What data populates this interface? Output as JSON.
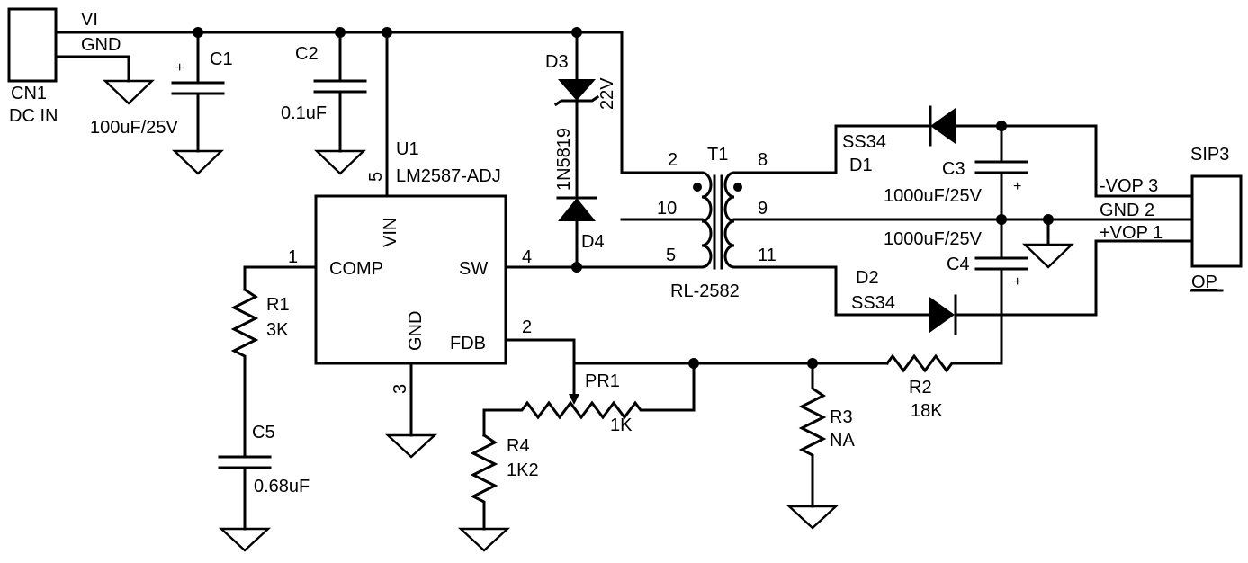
{
  "connectors": {
    "cn1": {
      "ref": "CN1",
      "desc": "DC IN",
      "pin_vi": "VI",
      "pin_gnd": "GND"
    },
    "sip3": {
      "ref": "SIP3",
      "name": "OP",
      "pin3": "-VOP  3",
      "pin2": "GND  2",
      "pin1": "+VOP 1"
    }
  },
  "capacitors": {
    "c1": {
      "ref": "C1",
      "value": "100uF/25V",
      "polarity": "+"
    },
    "c2": {
      "ref": "C2",
      "value": "0.1uF"
    },
    "c3": {
      "ref": "C3",
      "value": "1000uF/25V",
      "polarity": "+"
    },
    "c4": {
      "ref": "C4",
      "value": "1000uF/25V",
      "polarity": "+"
    },
    "c5": {
      "ref": "C5",
      "value": "0.68uF"
    }
  },
  "ic": {
    "ref": "U1",
    "part": "LM2587-ADJ",
    "pin_vin": "VIN",
    "pin_vin_num": "5",
    "pin_comp": "COMP",
    "pin_comp_num": "1",
    "pin_sw": "SW",
    "pin_sw_num": "4",
    "pin_gnd": "GND",
    "pin_gnd_num": "3",
    "pin_fdb": "FDB",
    "pin_fdb_num": "2"
  },
  "diodes": {
    "d1": {
      "ref": "D1",
      "part": "SS34"
    },
    "d2": {
      "ref": "D2",
      "part": "SS34"
    },
    "d3": {
      "ref": "D3",
      "value": "22V"
    },
    "d4": {
      "ref": "D4",
      "part": "1N5819"
    }
  },
  "transformer": {
    "ref": "T1",
    "part": "RL-2582",
    "pin2": "2",
    "pin10": "10",
    "pin5": "5",
    "pin8": "8",
    "pin9": "9",
    "pin11": "11"
  },
  "resistors": {
    "r1": {
      "ref": "R1",
      "value": "3K"
    },
    "r2": {
      "ref": "R2",
      "value": "18K"
    },
    "r3": {
      "ref": "R3",
      "value": "NA"
    },
    "r4": {
      "ref": "R4",
      "value": "1K2"
    },
    "pr1": {
      "ref": "PR1",
      "value": "1K"
    }
  }
}
